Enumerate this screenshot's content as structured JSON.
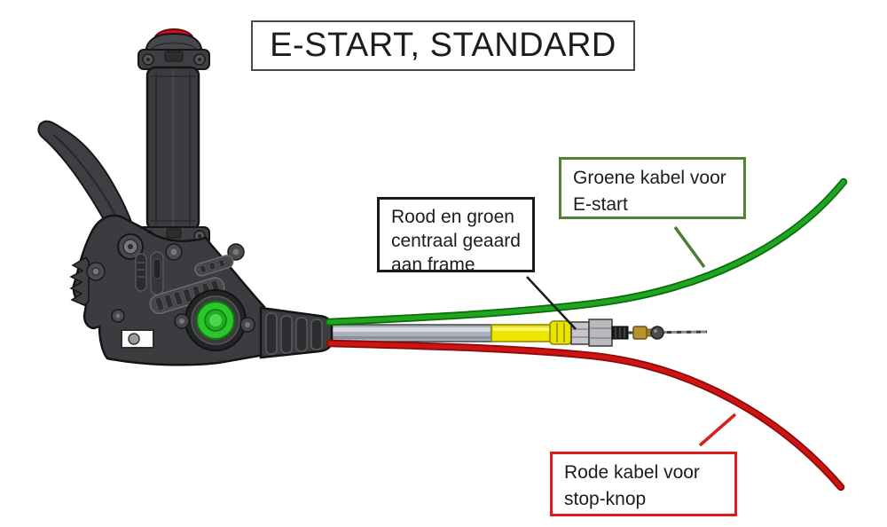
{
  "title": {
    "text": "E-START, STANDARD"
  },
  "labels": {
    "green": {
      "lines": [
        "Groene kabel voor",
        "E-start"
      ],
      "border_color": "#538135"
    },
    "ground": {
      "lines": [
        "Rood en groen",
        "centraal geaard",
        "aan frame"
      ],
      "border_color": "#1a1a1a"
    },
    "red": {
      "lines": [
        "Rode kabel voor",
        "stop-knop"
      ],
      "border_color": "#e01b1b"
    }
  },
  "colors": {
    "cable_green": "#1fa51f",
    "cable_green_dark": "#0d6d0d",
    "cable_red": "#cf1313",
    "cable_red_dark": "#8a0b0b",
    "sleeve_yellow": "#ece600",
    "sheath_gray": "#aab0ba",
    "button_green": "#2ec42e",
    "button_red": "#cc1122",
    "body_dark": "#3b3c3f",
    "brass": "#b8922c",
    "leader_green": "#4e7c33",
    "leader_red": "#d42020",
    "leader_black": "#1a1a1a"
  }
}
